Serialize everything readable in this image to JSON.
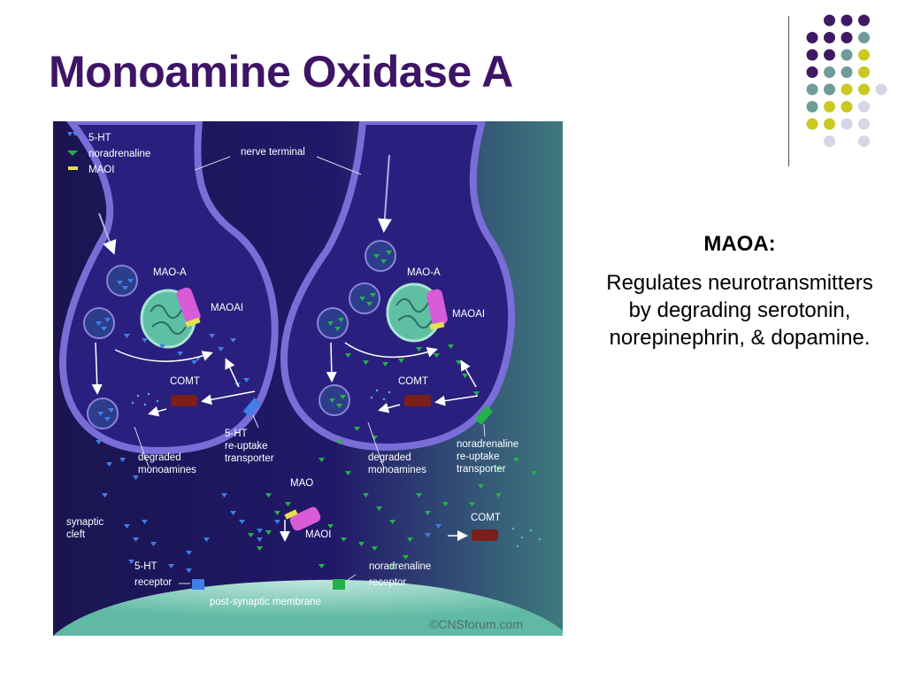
{
  "slide": {
    "title": "Monoamine Oxidase A",
    "side_heading": "MAOA:",
    "side_text": "Regulates neurotransmitters by degrading serotonin, norepinephrin, & dopamine."
  },
  "colors": {
    "title": "#3d1466",
    "dot_purple": "#3f1a63",
    "dot_teal": "#6d9c9b",
    "dot_yellow": "#c9c921",
    "dot_lavender": "#d6d6e8",
    "serotonin": "#3f7fe6",
    "noradrenaline": "#26b04a",
    "maoi": "#e8e04a"
  },
  "diagram": {
    "legend": [
      {
        "label": "5-HT",
        "icon": "5ht-molecule-icon"
      },
      {
        "label": "noradrenaline",
        "icon": "noradrenaline-molecule-icon"
      },
      {
        "label": "MAOI",
        "icon": "maoi-bar-icon"
      }
    ],
    "labels": {
      "nerve_terminal": "nerve terminal",
      "mao_a": "MAO-A",
      "maoai": "MAOAI",
      "comt": "COMT",
      "degraded_1": "degraded",
      "degraded_2": "monoamines",
      "ht_reuptake_1": "5-HT",
      "ht_reuptake_2": "re-uptake",
      "ht_reuptake_3": "transporter",
      "na_reuptake_1": "noradrenaline",
      "na_reuptake_2": "re-uptake",
      "na_reuptake_3": "transporter",
      "mao": "MAO",
      "maoi": "MAOI",
      "synaptic_1": "synaptic",
      "synaptic_2": "cleft",
      "ht_receptor_1": "5-HT",
      "ht_receptor_2": "receptor",
      "na_receptor_1": "noradrenaline",
      "na_receptor_2": "receptor",
      "post_synaptic": "post-synaptic membrane",
      "copyright": "©CNSforum.com"
    }
  }
}
